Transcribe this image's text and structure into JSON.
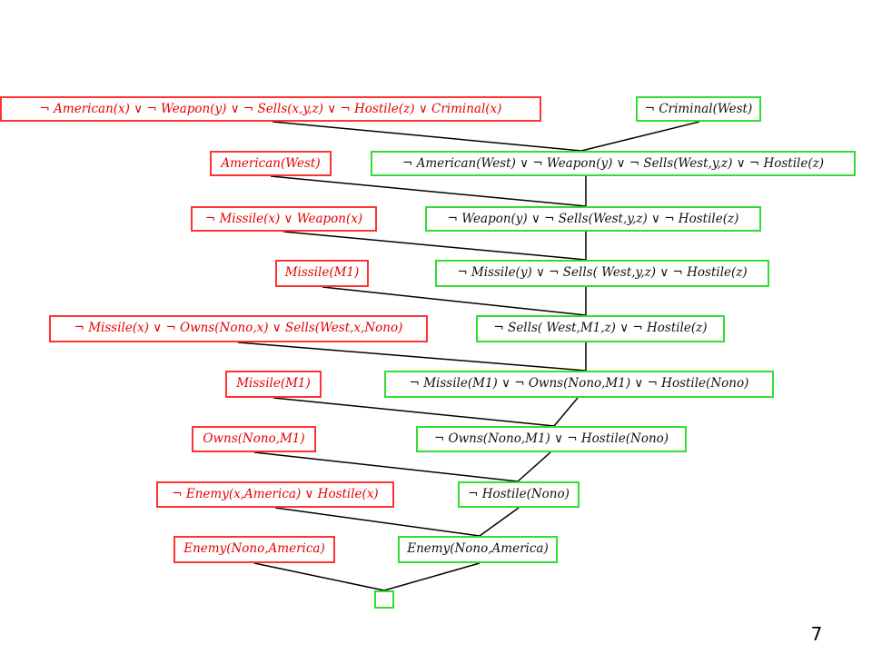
{
  "colors": {
    "premise": "#e60000",
    "derived": "#33dd33",
    "edge": "#000000"
  },
  "clauses": {
    "kb_rule": "¬ American(x)   ∨ ¬ Weapon(y)   ∨ ¬ Sells(x,y,z)    ∨ ¬ Hostile(z)   ∨ Criminal(x)",
    "goal": "¬ Criminal(West)",
    "kb_american": "American(West)",
    "r1": "¬ American(West)   ∨ ¬ Weapon(y)   ∨ ¬ Sells(West,y,z)    ∨ ¬ Hostile(z)",
    "kb_missile_weapon": "¬ Missile(x)   ∨ Weapon(x)",
    "r2": "¬ Weapon(y)   ∨ ¬ Sells(West,y,z)    ∨ ¬ Hostile(z)",
    "kb_missile_m1_a": "Missile(M1)",
    "r3": "¬ Missile(y)   ∨ ¬ Sells( West,y,z)    ∨ ¬ Hostile(z)",
    "kb_sells_rule": "¬ Missile(x)   ∨ ¬ Owns(Nono,x)   ∨ Sells(West,x,Nono)",
    "r4": "¬ Sells( West,M1,z)    ∨ ¬ Hostile(z)",
    "kb_missile_m1_b": "Missile(M1)",
    "r5": "¬ Missile(M1)   ∨ ¬ Owns(Nono,M1)    ∨ ¬ Hostile(Nono)",
    "kb_owns": "Owns(Nono,M1)",
    "r6": "¬ Owns(Nono,M1)    ∨ ¬ Hostile(Nono)",
    "kb_enemy_rule": "¬ Enemy(x,America)    ∨ Hostile(x)",
    "r7": "¬ Hostile(Nono)",
    "kb_enemy_fact": "Enemy(Nono,America)",
    "r8": "Enemy(Nono,America)",
    "empty": ""
  },
  "slide_number": "7"
}
